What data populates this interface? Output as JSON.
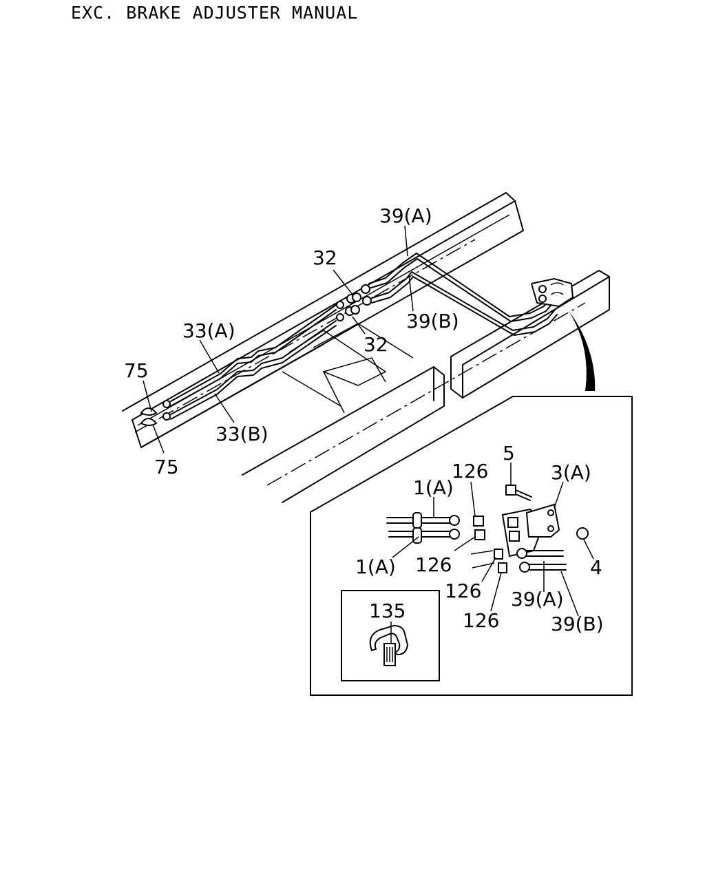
{
  "header": {
    "title": "EXC. BRAKE ADJUSTER MANUAL"
  },
  "callouts": {
    "main": {
      "39A": "39(A)",
      "32_top": "32",
      "32_bottom": "32",
      "39B": "39(B)",
      "33A": "33(A)",
      "75_top": "75",
      "75_bottom": "75",
      "33B": "33(B)"
    },
    "detail": {
      "5": "5",
      "126_top": "126",
      "3A": "3(A)",
      "1A_top": "1(A)",
      "1A_bottom": "1(A)",
      "126_mid": "126",
      "4": "4",
      "126_lower": "126",
      "39A": "39(A)",
      "126_bottom": "126",
      "39B": "39(B)"
    },
    "inset": {
      "135": "135"
    }
  }
}
